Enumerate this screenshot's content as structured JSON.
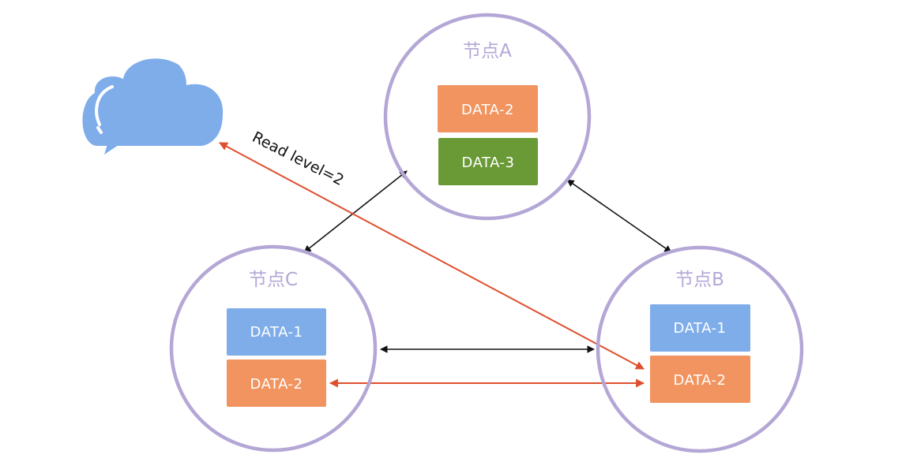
{
  "colors": {
    "node_ring": "#b4a7d6",
    "node_title": "#b4a7d6",
    "data_blue": "#7fadea",
    "data_orange": "#f1945f",
    "data_green": "#6a9a35",
    "sync_arrow": "#111111",
    "read_arrow": "#df4f2e",
    "client_cloud": "#7fadea"
  },
  "client": {
    "icon": "cloud-speech-bubble-icon"
  },
  "annotation": {
    "read_level": "Read level=2"
  },
  "nodes": {
    "a": {
      "title": "节点A",
      "data": [
        {
          "label": "DATA-2",
          "color": "orange"
        },
        {
          "label": "DATA-3",
          "color": "green"
        }
      ]
    },
    "b": {
      "title": "节点B",
      "data": [
        {
          "label": "DATA-1",
          "color": "blue"
        },
        {
          "label": "DATA-2",
          "color": "orange"
        }
      ]
    },
    "c": {
      "title": "节点C",
      "data": [
        {
          "label": "DATA-1",
          "color": "blue"
        },
        {
          "label": "DATA-2",
          "color": "orange"
        }
      ]
    }
  },
  "edges": [
    {
      "from": "node-a",
      "to": "node-c",
      "kind": "sync",
      "bidirectional": true
    },
    {
      "from": "node-a",
      "to": "node-b",
      "kind": "sync",
      "bidirectional": true
    },
    {
      "from": "node-c",
      "to": "node-b",
      "kind": "sync",
      "bidirectional": true
    },
    {
      "from": "node-c.DATA-2",
      "to": "node-b.DATA-2",
      "kind": "read",
      "bidirectional": true
    },
    {
      "from": "node-b.DATA-2",
      "to": "client",
      "kind": "read",
      "bidirectional": true
    }
  ]
}
